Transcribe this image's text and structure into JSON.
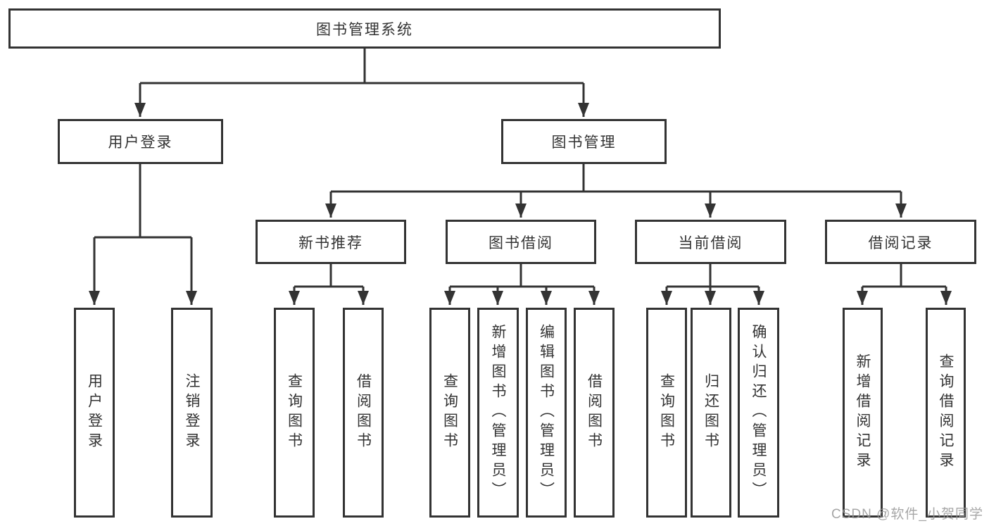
{
  "diagram": {
    "kind": "hierarchy",
    "colors": {
      "line": "#333333",
      "box_border": "#333333",
      "text": "#333333",
      "background": "#ffffff",
      "watermark": "#969696"
    },
    "tree": {
      "label": "图书管理系统",
      "children": [
        {
          "label": "用户登录",
          "children": [
            {
              "label": "用户登录"
            },
            {
              "label": "注销登录"
            }
          ]
        },
        {
          "label": "图书管理",
          "children": [
            {
              "label": "新书推荐",
              "children": [
                {
                  "label": "查询图书"
                },
                {
                  "label": "借阅图书"
                }
              ]
            },
            {
              "label": "图书借阅",
              "children": [
                {
                  "label": "查询图书"
                },
                {
                  "label": "新增图书（管理员）"
                },
                {
                  "label": "编辑图书（管理员）"
                },
                {
                  "label": "借阅图书"
                }
              ]
            },
            {
              "label": "当前借阅",
              "children": [
                {
                  "label": "查询图书"
                },
                {
                  "label": "归还图书"
                },
                {
                  "label": "确认归还（管理员）"
                }
              ]
            },
            {
              "label": "借阅记录",
              "children": [
                {
                  "label": "新增借阅记录"
                },
                {
                  "label": "查询借阅记录"
                }
              ]
            }
          ]
        }
      ]
    },
    "watermark": {
      "text": "CSDN @软件_小贺同学"
    }
  }
}
